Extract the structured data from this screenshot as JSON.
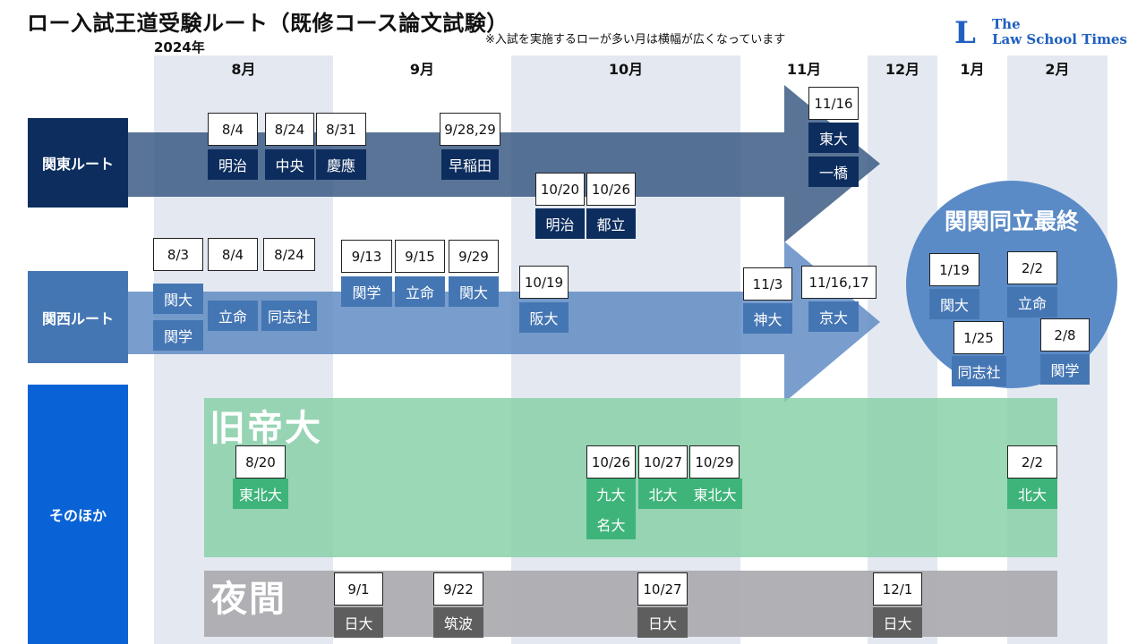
{
  "title": "ロー入試王道受験ルート（既修コース論文試験）",
  "year": "2024年",
  "note": "※入試を実施するローが多い月は横幅が広くなっています",
  "logo": {
    "mark": "L",
    "line1": "The",
    "line2": "Law School Times"
  },
  "months": [
    "8月",
    "9月",
    "10月",
    "11月",
    "12月",
    "1月",
    "2月"
  ],
  "routes": {
    "kanto": "関東ルート",
    "kansai": "関西ルート",
    "other": "そのほか"
  },
  "bands": {
    "kyutei": "旧帝大",
    "yakan": "夜間",
    "final": "関関同立最終"
  },
  "kanto": {
    "d1": "8/4",
    "u1": "明治",
    "d2": "8/24",
    "u2": "中央",
    "d3": "8/31",
    "u3": "慶應",
    "d4": "9/28,29",
    "u4": "早稲田",
    "d5": "10/20",
    "u5": "明治",
    "d6": "10/26",
    "u6": "都立",
    "d7": "11/16",
    "u7a": "東大",
    "u7b": "一橋"
  },
  "kansai": {
    "d1": "8/3",
    "u1a": "関大",
    "u1b": "関学",
    "d2": "8/4",
    "u2": "立命",
    "d3": "8/24",
    "u3": "同志社",
    "d4": "9/13",
    "u4": "関学",
    "d5": "9/15",
    "u5": "立命",
    "d6": "9/29",
    "u6": "関大",
    "d7": "10/19",
    "u7": "阪大",
    "d8": "11/3",
    "u8": "神大",
    "d9": "11/16,17",
    "u9": "京大",
    "f1d": "1/19",
    "f1u": "関大",
    "f2d": "2/2",
    "f2u": "立命",
    "f3d": "1/25",
    "f3u": "同志社",
    "f4d": "2/8",
    "f4u": "関学"
  },
  "kyutei": {
    "d1": "8/20",
    "u1": "東北大",
    "d2": "10/26",
    "u2a": "九大",
    "u2b": "名大",
    "d3": "10/27",
    "u3": "北大",
    "d4": "10/29",
    "u4": "東北大",
    "d5": "2/2",
    "u5": "北大"
  },
  "yakan": {
    "d1": "9/1",
    "u1": "日大",
    "d2": "9/22",
    "u2": "筑波",
    "d3": "10/27",
    "u3": "日大",
    "d4": "12/1",
    "u4": "日大"
  },
  "colors": {
    "kanto": "#0d2d5e",
    "kansai": "#4576b4",
    "other": "#0a63d6",
    "kyutei": "#3fb47a",
    "yakan": "#5e5e5e"
  }
}
